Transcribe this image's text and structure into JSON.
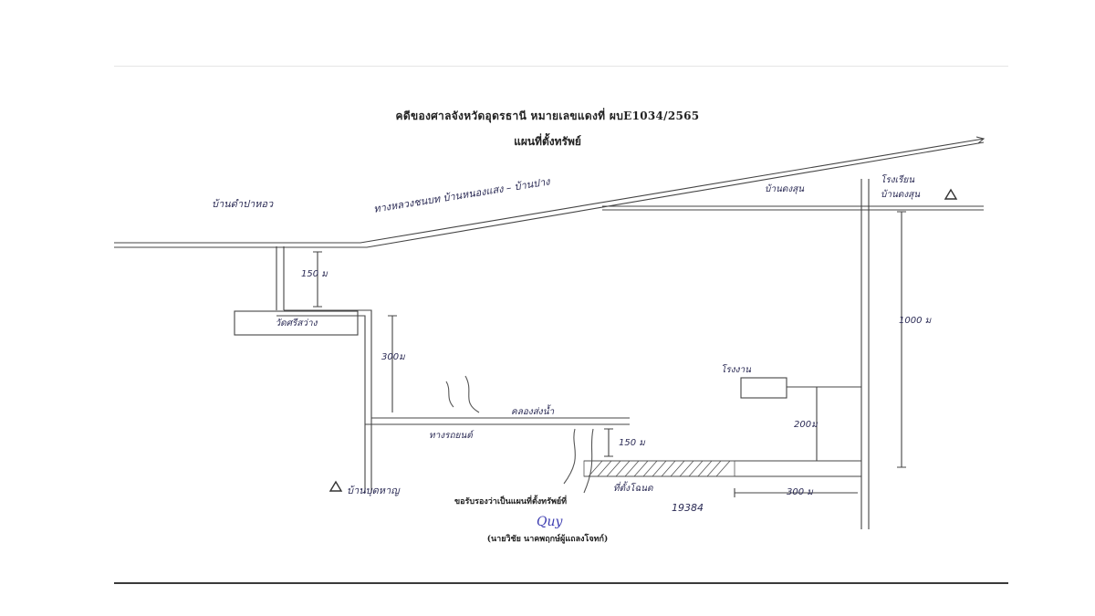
{
  "header": {
    "title": "คดีของศาลจังหวัดอุดรธานี หมายเลขแดงที่ ผบE1034/2565",
    "subtitle": "แผนที่ตั้งทรัพย์"
  },
  "labels": {
    "village_left": "บ้านดำปาหอว",
    "road": "ทางหลวงชนบท บ้านหนองแสง – บ้านปาง",
    "village_right_top": "บ้านดงสุน",
    "road_right": "โรงเรียน",
    "road_right_sub": "บ้านดงสุน",
    "temple": "วัดศรีสว่าง",
    "dist_150_top": "150 ม",
    "dist_300": "300ม",
    "canal": "คลองส่งน้ำ",
    "road_mid": "ทางรถยนต์",
    "dist_150_mid": "150 ม",
    "factory": "โรงงาน",
    "dist_200": "200ม",
    "dist_1000": "1000 ม",
    "dist_300_bottom": "300 ม",
    "village_bottom": "บ้านบุดหาญ",
    "property": "ที่ตั้งโฉนด",
    "deed_no": "19384"
  },
  "footer": {
    "cert": "ขอรับรองว่าเป็นแผนที่ตั้งทรัพย์ที่",
    "signature": "Quy",
    "signer": "(นายวิชัย นาคพฤกษ์ผู้แถลงโจทก์)"
  },
  "colors": {
    "ink": "#2b2b55",
    "line": "#444444"
  }
}
